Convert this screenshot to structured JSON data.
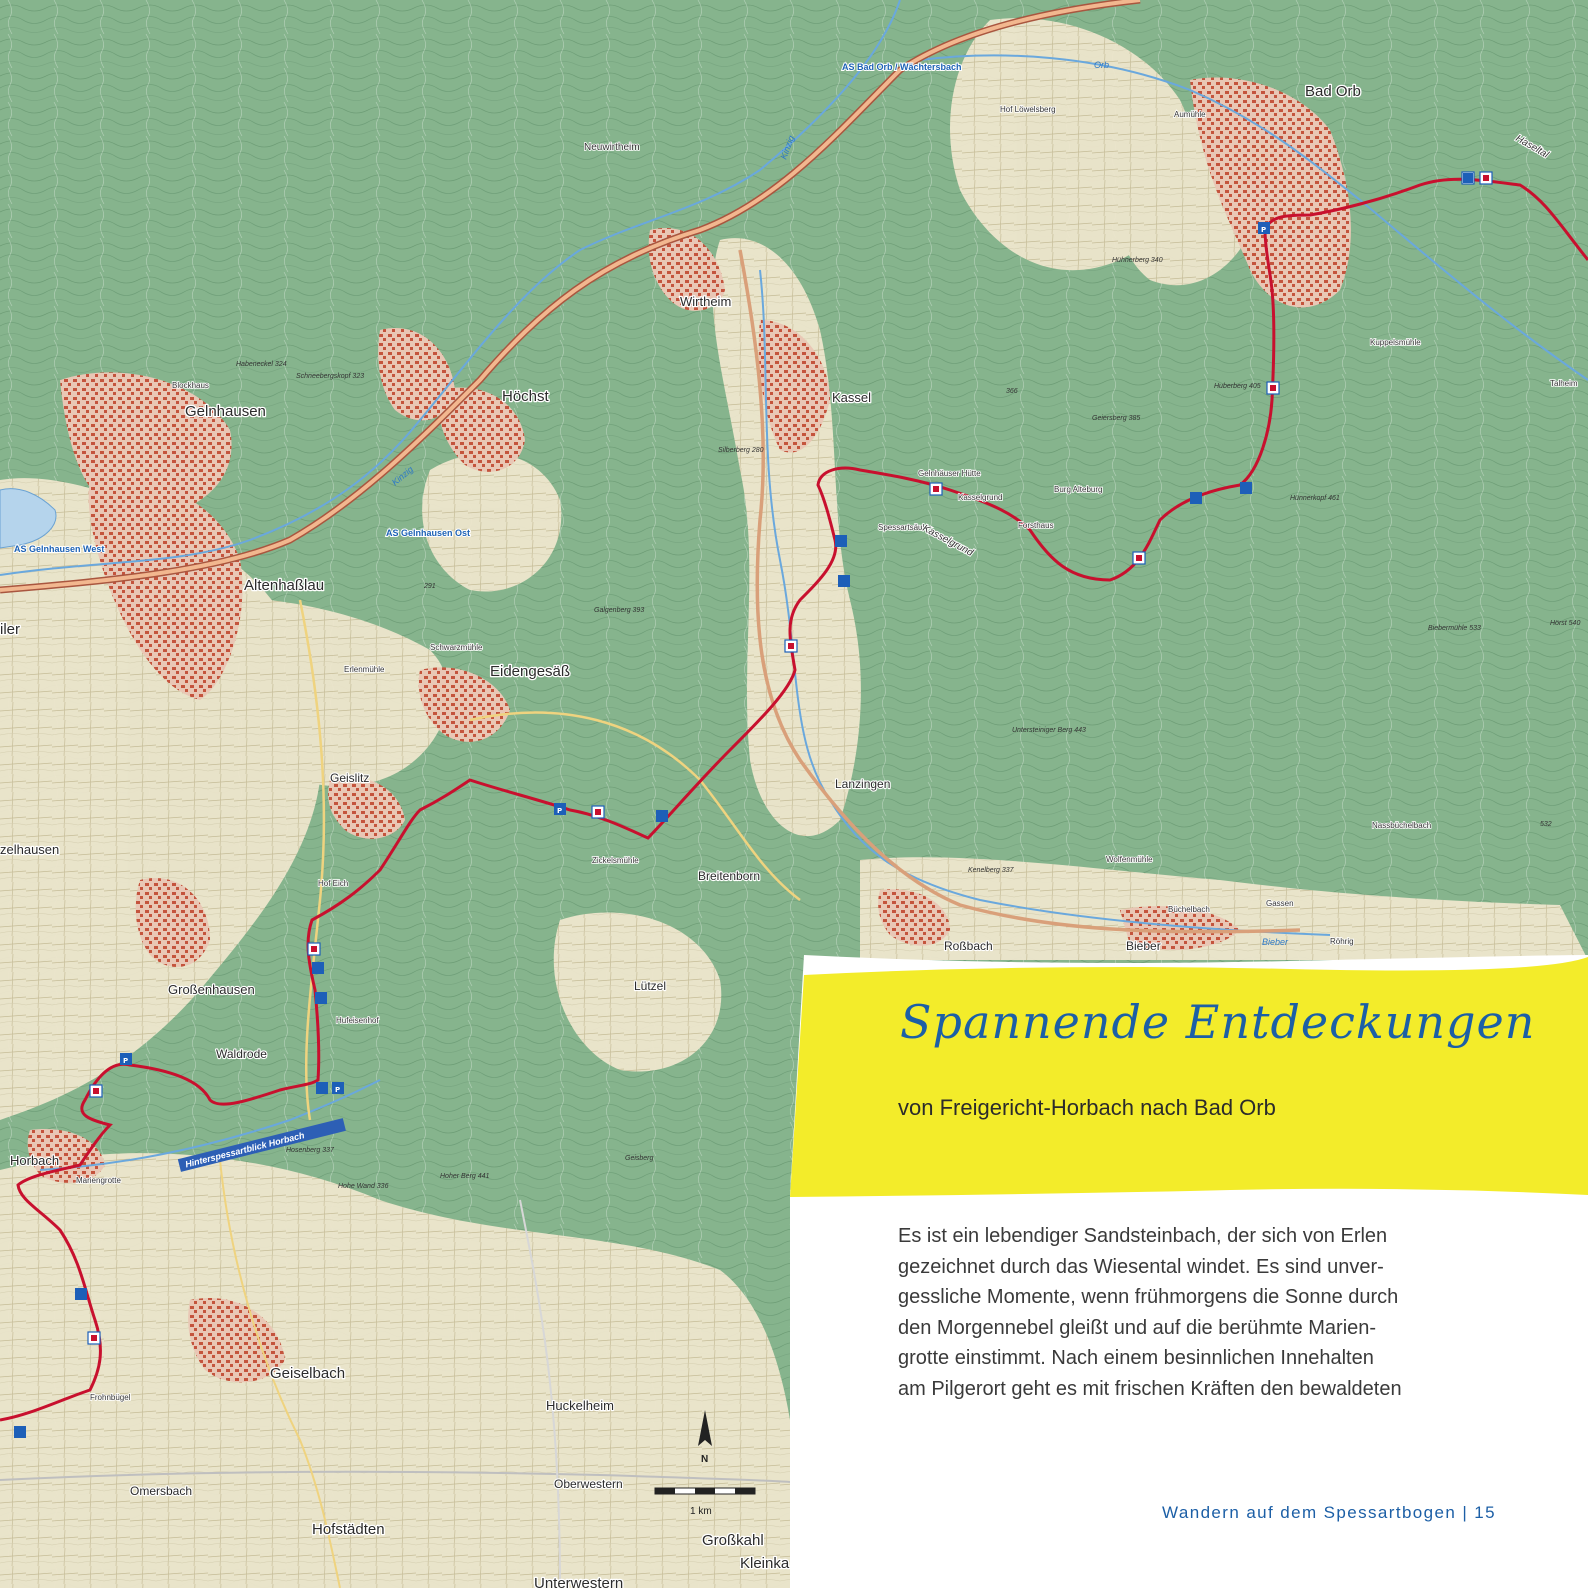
{
  "map": {
    "towns": [
      {
        "name": "Bad Orb"
      },
      {
        "name": "Gelnhausen"
      },
      {
        "name": "Höchst"
      },
      {
        "name": "Wirtheim"
      },
      {
        "name": "Kassel"
      },
      {
        "name": "Altenhaßlau"
      },
      {
        "name": "Eidengesäß"
      },
      {
        "name": "Geislitz"
      },
      {
        "name": "Lanzingen"
      },
      {
        "name": "Breitenborn"
      },
      {
        "name": "Roßbach"
      },
      {
        "name": "Bieber"
      },
      {
        "name": "Großenhausen"
      },
      {
        "name": "Waldrode"
      },
      {
        "name": "Horbach"
      },
      {
        "name": "Geiselbach"
      },
      {
        "name": "Huckelheim"
      },
      {
        "name": "Omersbach"
      },
      {
        "name": "Hofstädten"
      },
      {
        "name": "Oberwestern"
      },
      {
        "name": "Großkahl"
      },
      {
        "name": "Kleinka"
      },
      {
        "name": "Unterwestern"
      },
      {
        "name": "Lützel"
      },
      {
        "name": "Neuwirtheim"
      },
      {
        "name": "zelhausen"
      },
      {
        "name": "iler"
      }
    ],
    "small_labels": [
      "Aumühle",
      "Hof Löwelsberg",
      "Kuppelsmühle",
      "Talheim",
      "Blockhaus",
      "Erlenmühle",
      "Schwarzmühle",
      "Hof Eich",
      "Hufeisenhof",
      "Zickelsmühle",
      "Nassbüchelbach",
      "Wolfenmühle",
      "Büchelbach",
      "Gassen",
      "Röhrig",
      "Mariengrotte",
      "Forsthaus",
      "Spessartsäule",
      "Frohnbügel",
      "Kasselgrund",
      "Gelnhäuser Hütte",
      "Burg Alteburg"
    ],
    "peaks": [
      "Habeneckel 324",
      "Schneebergskopf 323",
      "Hühnerberg 340",
      "Huberberg 405",
      "Geiersberg 385",
      "366",
      "Hünnerkopf 461",
      "Biebermühle 533",
      "Hörst 540",
      "Silberberg 280",
      "291",
      "Galgenberg 393",
      "Untersteiniger Berg 443",
      "Kenelberg 337",
      "532",
      "Hosenberg 337",
      "Hoher Berg 441",
      "Geisberg",
      "Hohe Wand 336"
    ],
    "road_labels": [
      "AS Bad Orb / Wächtersbach",
      "AS Gelnhausen Ost",
      "AS Gelnhausen West"
    ],
    "water_labels": [
      "Orb",
      "Kinzig",
      "Kinzig",
      "Bieber",
      "Haseltal"
    ],
    "valley_labels": [
      "Kasselgrund",
      "Haseltal"
    ],
    "route_name": "Hinterspessartblick Horbach",
    "scale": {
      "label": "1 km"
    },
    "north_label": "N",
    "colors": {
      "route": "#c8102e",
      "forest": "#7fae86",
      "meadow": "#efe7cf",
      "settlement": "#d9876c",
      "water": "#8fc0e6",
      "panel_yellow": "#f3ec2a",
      "title_blue": "#1c5fa6"
    }
  },
  "panel": {
    "headline": "Spannende Entdeckungen",
    "subtitle": "von Freigericht-Horbach nach Bad Orb",
    "body_lines": [
      "Es ist ein lebendiger Sandsteinbach, der sich von Erlen",
      "gezeichnet durch das Wiesental windet. Es sind unver-",
      "gessliche Momente, wenn frühmorgens die Sonne durch",
      "den Morgennebel gleißt und auf die berühmte Marien-",
      "grotte einstimmt. Nach einem besinnlichen Innehalten",
      "am Pilgerort geht es mit frischen Kräften den bewaldeten"
    ],
    "footer": "Wandern auf dem Spessartbogen | 15"
  }
}
